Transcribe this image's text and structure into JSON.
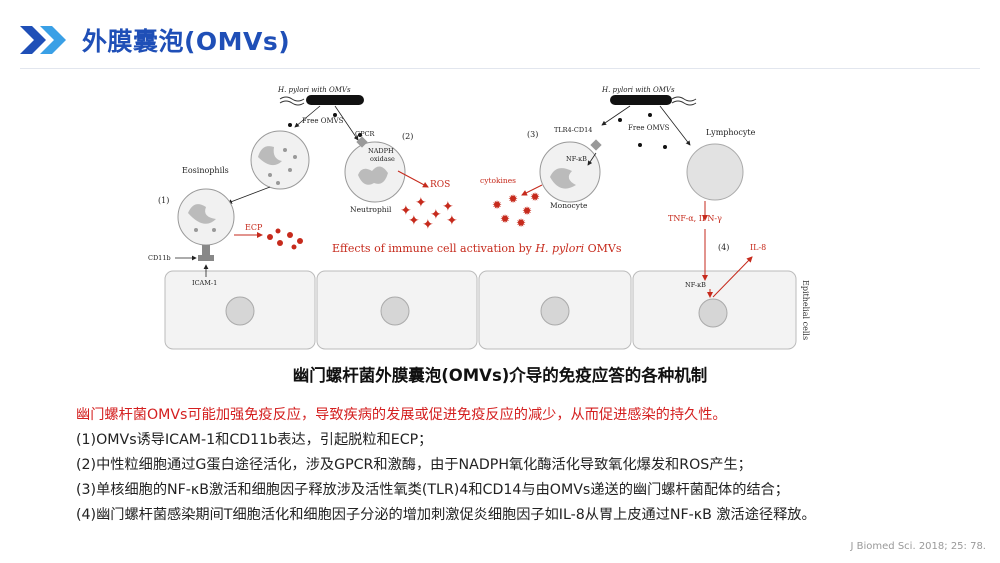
{
  "header": {
    "title": "外膜囊泡(OMVs)"
  },
  "figure": {
    "hp_left": "H. pylori with OMVs",
    "hp_right": "H. pylori with OMVs",
    "free_omvs_left": "Free OMVS",
    "free_omvs_right": "Free OMVS",
    "eosinophils": "Eosinophils",
    "gpcr": "GPCR",
    "nadph": "NADPH",
    "oxidase": "oxidase",
    "neutrophil": "Neutrophil",
    "ros": "ROS",
    "tlr": "TLR4-CD14",
    "nfkb_mono": "NF-κB",
    "cytokines": "cytokines",
    "monocyte": "Monocyte",
    "lymphocyte": "Lymphocyte",
    "tnf": "TNF-α, IFN-γ",
    "label1": "(1)",
    "label2": "(2)",
    "label3": "(3)",
    "label4": "(4)",
    "il8": "IL-8",
    "ecp": "ECP",
    "cd11b": "CD11b",
    "icam": "ICAM-1",
    "nfkb_epi": "NF-κB",
    "epithelial": "Epithelial cells",
    "effects_prefix": "Effects of immune cell activation by",
    "effects_italic": "H. pylori",
    "effects_suffix": "OMVs"
  },
  "caption": "幽门螺杆菌外膜囊泡(OMVs)介导的免疫应答的各种机制",
  "body": [
    "幽门螺杆菌OMVs可能加强免疫反应，导致疾病的发展或促进免疫反应的减少，从而促进感染的持久性。",
    "(1)OMVs诱导ICAM-1和CD11b表达，引起脱粒和ECP；",
    "(2)中性粒细胞通过G蛋白途径活化，涉及GPCR和激酶，由于NADPH氧化酶活化导致氧化爆发和ROS产生；",
    "(3)单核细胞的NF-κB激活和细胞因子释放涉及活性氧类(TLR)4和CD14与由OMVs递送的幽门螺杆菌配体的结合；",
    "(4)幽门螺杆菌感染期间T细胞活化和细胞因子分泌的增加刺激促炎细胞因子如IL-8从胃上皮通过NF-κB 激活途径释放。"
  ],
  "citation": "J Biomed Sci. 2018; 25: 78.",
  "colors": {
    "title_blue": "#1f4fb7",
    "highlight_red": "#d42020",
    "diagram_red": "#c62a1c"
  }
}
